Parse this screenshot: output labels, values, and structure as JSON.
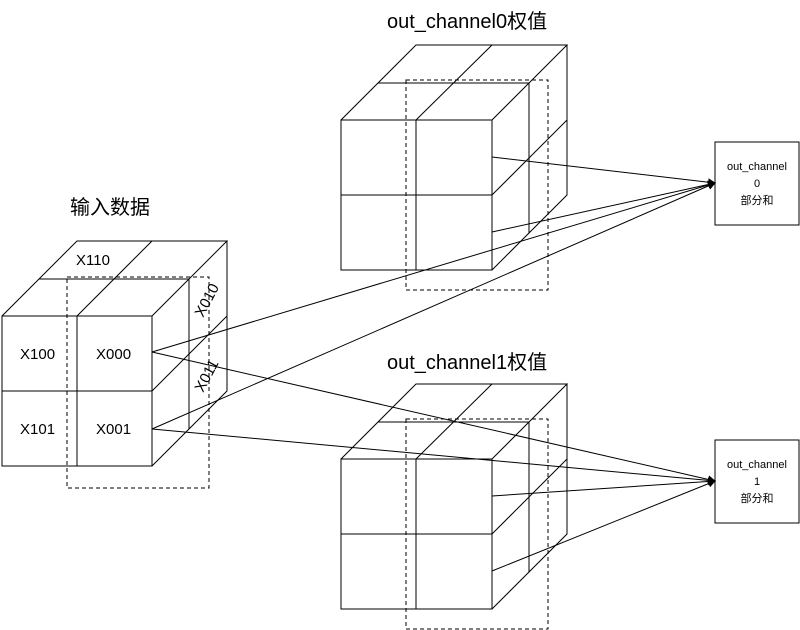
{
  "input": {
    "title": "输入数据",
    "labels": {
      "x000": "X000",
      "x001": "X001",
      "x100": "X100",
      "x101": "X101",
      "x110": "X110",
      "x010": "X010",
      "x011": "X011"
    }
  },
  "weights": [
    {
      "title": "out_channel0权值"
    },
    {
      "title": "out_channel1权值"
    }
  ],
  "outputs": [
    {
      "line1": "out_channel",
      "line2": "0",
      "line3": "部分和"
    },
    {
      "line1": "out_channel",
      "line2": "1",
      "line3": "部分和"
    }
  ]
}
